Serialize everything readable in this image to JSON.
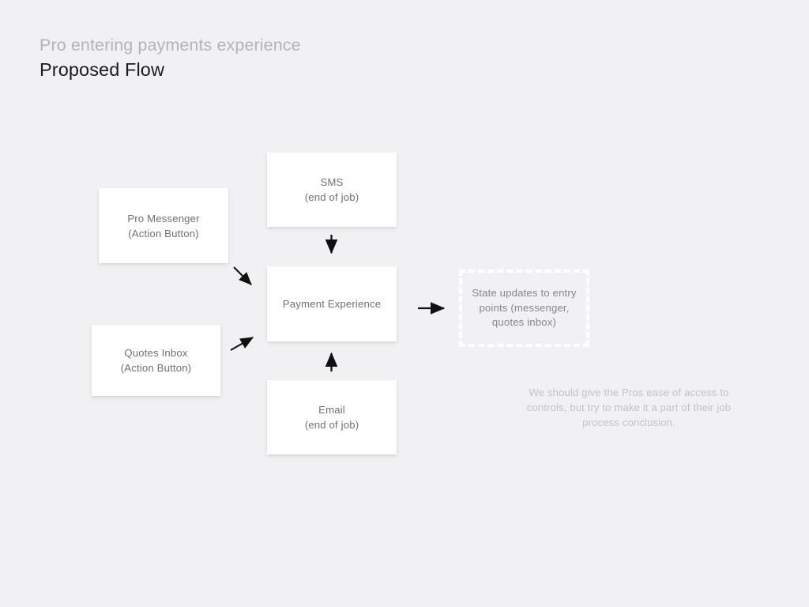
{
  "slide": {
    "background_color": "#f1f1f3",
    "eyebrow": "Pro entering payments experience",
    "title": "Proposed Flow"
  },
  "diagram": {
    "type": "flowchart",
    "nodes": [
      {
        "id": "pro-messenger",
        "label": "Pro Messenger\n(Action Button)",
        "style": "white-card"
      },
      {
        "id": "quotes-inbox",
        "label": "Quotes Inbox\n(Action Button)",
        "style": "white-card"
      },
      {
        "id": "sms",
        "label": "SMS\n(end of job)",
        "style": "white-card"
      },
      {
        "id": "payment-experience",
        "label": "Payment Experience",
        "style": "white-card"
      },
      {
        "id": "email",
        "label": "Email\n(end of job)",
        "style": "white-card"
      },
      {
        "id": "state-updates",
        "label": "State updates to entry points (messenger, quotes inbox)",
        "style": "dashed-ghost"
      }
    ],
    "edges": [
      {
        "from": "pro-messenger",
        "to": "payment-experience",
        "direction": "down-right"
      },
      {
        "from": "quotes-inbox",
        "to": "payment-experience",
        "direction": "up-right"
      },
      {
        "from": "sms",
        "to": "payment-experience",
        "direction": "down"
      },
      {
        "from": "email",
        "to": "payment-experience",
        "direction": "up"
      },
      {
        "from": "payment-experience",
        "to": "state-updates",
        "direction": "right"
      }
    ],
    "arrow_color": "#111111"
  },
  "footnote": {
    "text": "We should give the Pros ease of access to controls, but try to make it a part of their job process conclusion."
  }
}
